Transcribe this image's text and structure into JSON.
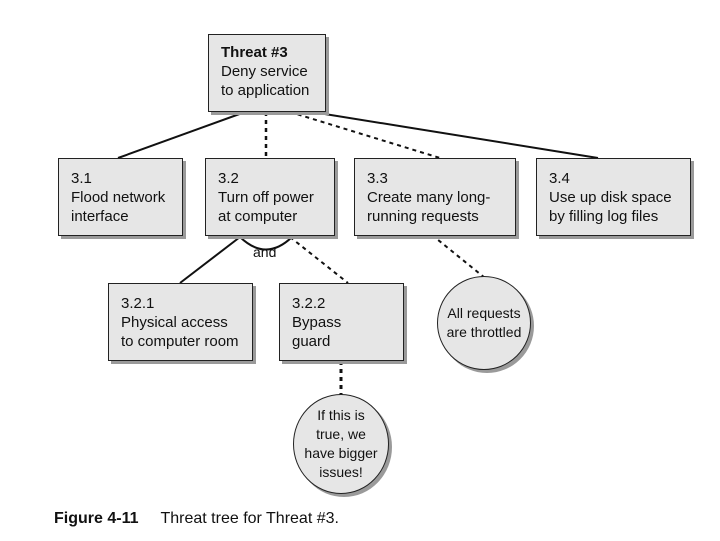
{
  "root": {
    "title": "Threat #3",
    "line1": "Deny service",
    "line2": "to application"
  },
  "nodes": [
    {
      "id": "3.1",
      "line1": "Flood network",
      "line2": "interface"
    },
    {
      "id": "3.2",
      "line1": "Turn off power",
      "line2": "at computer"
    },
    {
      "id": "3.3",
      "line1": "Create many long-",
      "line2": "running requests"
    },
    {
      "id": "3.4",
      "line1": "Use up disk space",
      "line2": "by filling log files"
    },
    {
      "id": "3.2.1",
      "line1": "Physical access",
      "line2": "to computer room"
    },
    {
      "id": "3.2.2",
      "line1": "Bypass",
      "line2": "guard"
    }
  ],
  "and_label": "and",
  "circles": {
    "throttled": [
      "All requests",
      "are throttled"
    ],
    "bigger_issues": [
      "If this is",
      "true, we",
      "have bigger",
      "issues!"
    ]
  },
  "caption": {
    "figure": "Figure 4-11",
    "text": "Threat tree for Threat #3."
  }
}
